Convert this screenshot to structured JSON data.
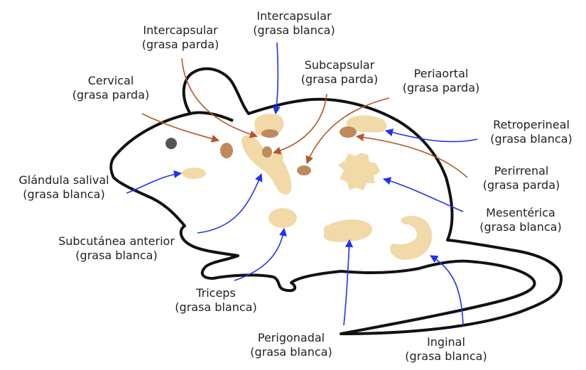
{
  "colors": {
    "outline": "#111111",
    "white_fat": "#f1d9a8",
    "brown_fat": "#c08a5c",
    "eye": "#555555",
    "white_arrow": "#2233ee",
    "brown_arrow": "#b5582a"
  },
  "labels": {
    "intercapsular_brown": {
      "l1": "Intercapsular",
      "l2": "(grasa parda)"
    },
    "intercapsular_white": {
      "l1": "Intercapsular",
      "l2": "(grasa blanca)"
    },
    "subcapsular": {
      "l1": "Subcapsular",
      "l2": "(grasa parda)"
    },
    "periaortal": {
      "l1": "Periaortal",
      "l2": "(grasa parda)"
    },
    "cervical": {
      "l1": "Cervical",
      "l2": "(grasa parda)"
    },
    "retroperineal": {
      "l1": "Retroperineal",
      "l2": "(grasa blanca)"
    },
    "salivary": {
      "l1": "Glándula salival",
      "l2": "(grasa blanca)"
    },
    "perirenal": {
      "l1": "Perirrenal",
      "l2": "(grasa parda)"
    },
    "mesenteric": {
      "l1": "Mesentérica",
      "l2": "(grasa blanca)"
    },
    "subcutaneous": {
      "l1": "Subcutánea anterior",
      "l2": "(grasa blanca)"
    },
    "triceps": {
      "l1": "Triceps",
      "l2": "(grasa blanca)"
    },
    "perigonadal": {
      "l1": "Perigonadal",
      "l2": "(grasa blanca)"
    },
    "inguinal": {
      "l1": "Inginal",
      "l2": "(grasa blanca)"
    }
  }
}
